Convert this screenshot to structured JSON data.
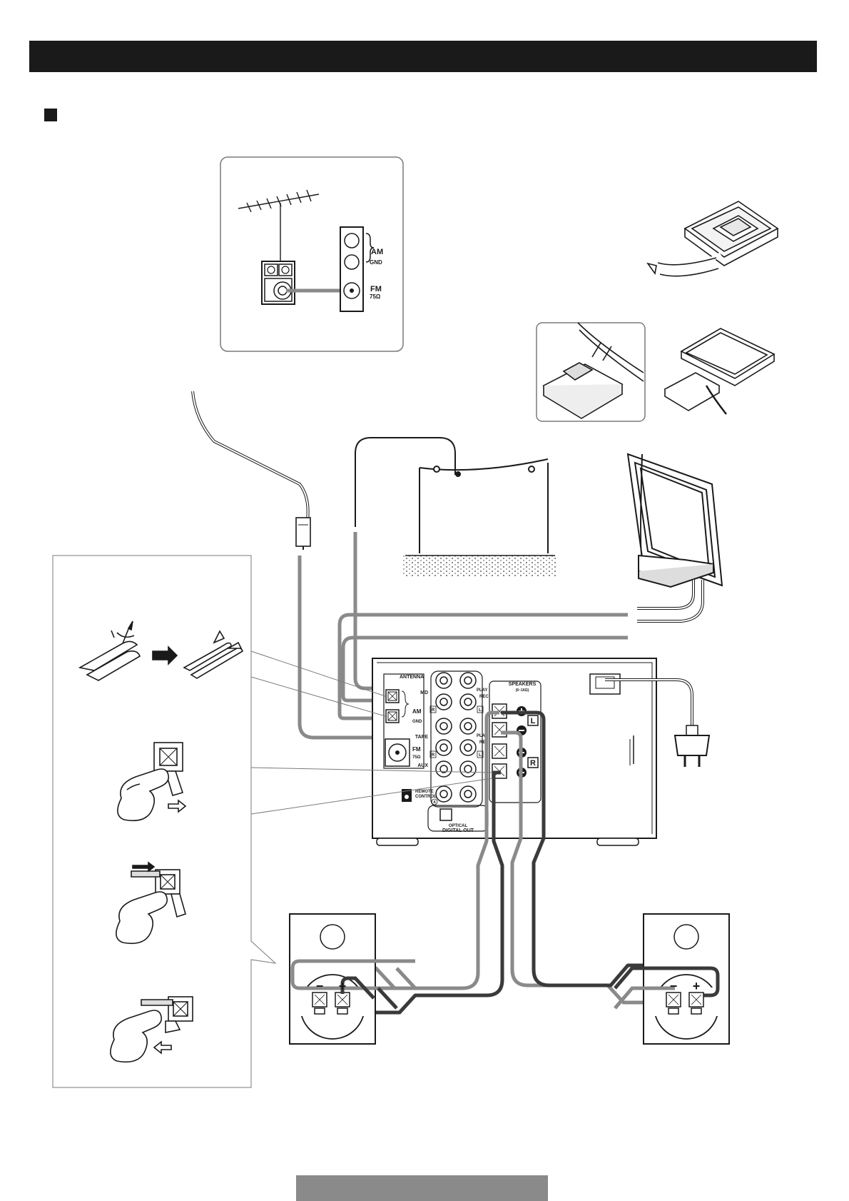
{
  "antenna_terminal_labels": {
    "am": "AM",
    "gnd": "GND",
    "fm": "FM",
    "fm_ohm": "75Ω"
  },
  "rear_panel": {
    "antenna": "ANTENNA",
    "am": "AM",
    "gnd": "GND",
    "fm": "FM",
    "fm_ohm": "75Ω",
    "md": "MD",
    "tape": "TAPE",
    "aux": "AUX",
    "play": "PLAY",
    "rec": "REC",
    "ch_r": "R",
    "ch_l": "L",
    "speakers": "SPEAKERS",
    "speakers_ohm": "(6~16Ω)",
    "remote_control": "REMOTE\nCONTROL",
    "remote_a": "A",
    "optical": "OPTICAL",
    "digital_out": "DIGITAL OUT",
    "speaker_l": "L",
    "speaker_r": "R"
  },
  "speaker_terminals": {
    "minus": "−",
    "plus": "+"
  },
  "colors": {
    "ink": "#1a1a1a",
    "cable_light": "#8a8a8a",
    "cable_dark": "#3a3a3a",
    "panel_border": "#7a7a7a"
  }
}
